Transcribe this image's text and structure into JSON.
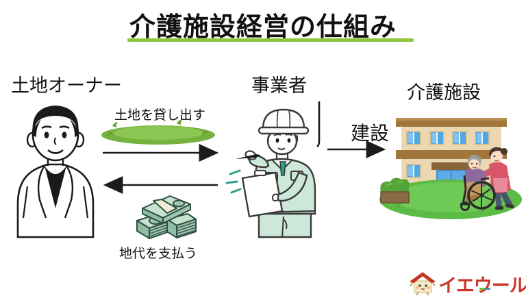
{
  "title": {
    "text": "介護施設経営の仕組み"
  },
  "entities": {
    "land_owner": {
      "label": "土地オーナー",
      "illustration": "man-illustration"
    },
    "operator": {
      "label": "事業者",
      "illustration": "construction-worker-illustration"
    },
    "facility": {
      "label": "介護施設",
      "illustration": "care-facility-illustration"
    }
  },
  "flows": {
    "lend_land": {
      "label": "土地を貸し出す",
      "icon": "land-icon"
    },
    "pay_rent": {
      "label": "地代を支払う",
      "icon": "money-icon"
    },
    "construction": {
      "label": "建設"
    }
  },
  "logo": {
    "text": "イエウール",
    "icon": "house-mascot-icon"
  },
  "colors": {
    "title_underline_green": "#8dc63f",
    "land_green": "#76b23e",
    "grass_green": "#5cbb45",
    "building_tan": "#ebd8b2",
    "building_brown": "#a0763b",
    "window_blue": "#4fa7e3",
    "uniform_mint": "#cde7d8",
    "tie_teal": "#2ba188",
    "money_teal": "#9fc7b1",
    "logo_red": "#cc3527",
    "arrow_black": "#1c1c1c"
  }
}
